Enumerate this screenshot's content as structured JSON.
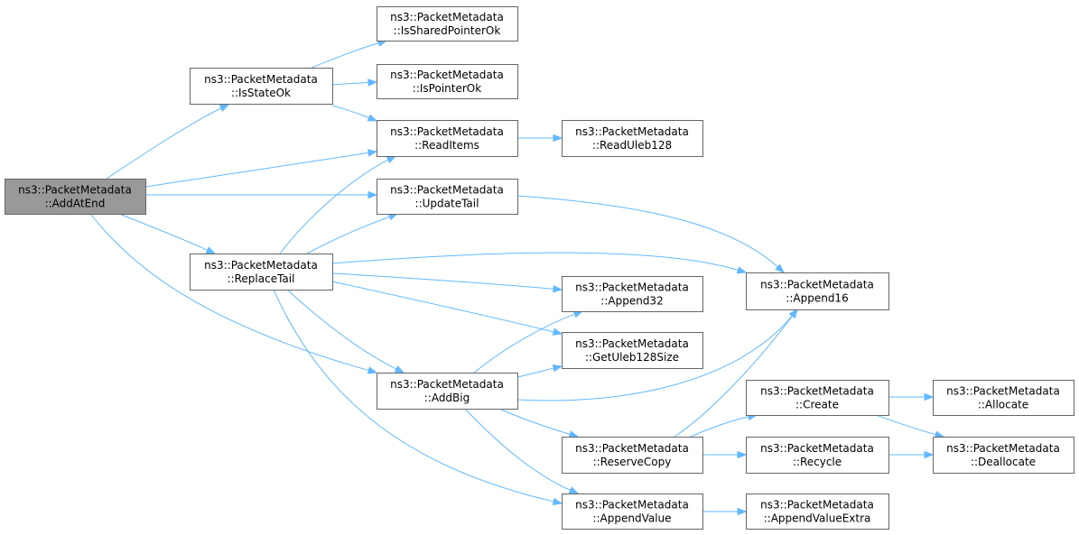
{
  "diagram": {
    "colors": {
      "edge": "#63b8ff",
      "node_border": "#666666",
      "node_fill": "#ffffff",
      "root_fill": "#999999"
    },
    "nodes": [
      {
        "id": "addatend",
        "line1": "ns3::PacketMetadata",
        "line2": "::AddAtEnd",
        "root": true
      },
      {
        "id": "isstateok",
        "line1": "ns3::PacketMetadata",
        "line2": "::IsStateOk"
      },
      {
        "id": "replacetail",
        "line1": "ns3::PacketMetadata",
        "line2": "::ReplaceTail"
      },
      {
        "id": "issharedpointerok",
        "line1": "ns3::PacketMetadata",
        "line2": "::IsSharedPointerOk"
      },
      {
        "id": "ispointerok",
        "line1": "ns3::PacketMetadata",
        "line2": "::IsPointerOk"
      },
      {
        "id": "readitems",
        "line1": "ns3::PacketMetadata",
        "line2": "::ReadItems"
      },
      {
        "id": "updatetail",
        "line1": "ns3::PacketMetadata",
        "line2": "::UpdateTail"
      },
      {
        "id": "addbig",
        "line1": "ns3::PacketMetadata",
        "line2": "::AddBig"
      },
      {
        "id": "readuleb128",
        "line1": "ns3::PacketMetadata",
        "line2": "::ReadUleb128"
      },
      {
        "id": "append32",
        "line1": "ns3::PacketMetadata",
        "line2": "::Append32"
      },
      {
        "id": "getuleb128size",
        "line1": "ns3::PacketMetadata",
        "line2": "::GetUleb128Size"
      },
      {
        "id": "reservecopy",
        "line1": "ns3::PacketMetadata",
        "line2": "::ReserveCopy"
      },
      {
        "id": "appendvalue",
        "line1": "ns3::PacketMetadata",
        "line2": "::AppendValue"
      },
      {
        "id": "append16",
        "line1": "ns3::PacketMetadata",
        "line2": "::Append16"
      },
      {
        "id": "create",
        "line1": "ns3::PacketMetadata",
        "line2": "::Create"
      },
      {
        "id": "recycle",
        "line1": "ns3::PacketMetadata",
        "line2": "::Recycle"
      },
      {
        "id": "appendvalueextra",
        "line1": "ns3::PacketMetadata",
        "line2": "::AppendValueExtra"
      },
      {
        "id": "allocate",
        "line1": "ns3::PacketMetadata",
        "line2": "::Allocate"
      },
      {
        "id": "deallocate",
        "line1": "ns3::PacketMetadata",
        "line2": "::Deallocate"
      }
    ],
    "edges": [
      {
        "from": "addatend",
        "to": "isstateok"
      },
      {
        "from": "addatend",
        "to": "readitems"
      },
      {
        "from": "addatend",
        "to": "updatetail"
      },
      {
        "from": "addatend",
        "to": "replacetail"
      },
      {
        "from": "addatend",
        "to": "addbig"
      },
      {
        "from": "isstateok",
        "to": "issharedpointerok"
      },
      {
        "from": "isstateok",
        "to": "ispointerok"
      },
      {
        "from": "isstateok",
        "to": "readitems"
      },
      {
        "from": "readitems",
        "to": "readuleb128"
      },
      {
        "from": "updatetail",
        "to": "append16"
      },
      {
        "from": "replacetail",
        "to": "readitems"
      },
      {
        "from": "replacetail",
        "to": "updatetail"
      },
      {
        "from": "replacetail",
        "to": "append16"
      },
      {
        "from": "replacetail",
        "to": "append32"
      },
      {
        "from": "replacetail",
        "to": "getuleb128size"
      },
      {
        "from": "replacetail",
        "to": "addbig"
      },
      {
        "from": "replacetail",
        "to": "appendvalue"
      },
      {
        "from": "addbig",
        "to": "append32"
      },
      {
        "from": "addbig",
        "to": "getuleb128size"
      },
      {
        "from": "addbig",
        "to": "append16"
      },
      {
        "from": "addbig",
        "to": "reservecopy"
      },
      {
        "from": "addbig",
        "to": "appendvalue"
      },
      {
        "from": "reservecopy",
        "to": "append16"
      },
      {
        "from": "reservecopy",
        "to": "create"
      },
      {
        "from": "reservecopy",
        "to": "recycle"
      },
      {
        "from": "appendvalue",
        "to": "appendvalueextra"
      },
      {
        "from": "create",
        "to": "allocate"
      },
      {
        "from": "create",
        "to": "deallocate"
      },
      {
        "from": "recycle",
        "to": "deallocate"
      }
    ]
  }
}
